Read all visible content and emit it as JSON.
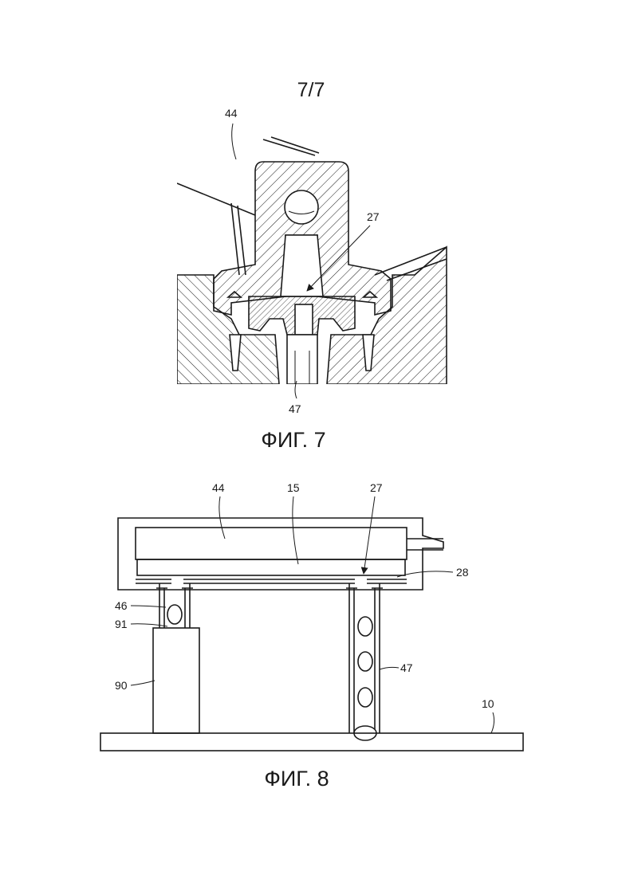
{
  "page_number": "7/7",
  "fig7": {
    "caption": "ФИГ. 7",
    "labels": {
      "l44": "44",
      "l27": "27",
      "l47": "47"
    }
  },
  "fig8": {
    "caption": "ФИГ. 8",
    "labels": {
      "l44": "44",
      "l15": "15",
      "l27": "27",
      "l28": "28",
      "l46": "46",
      "l91": "91",
      "l90": "90",
      "l47": "47",
      "l10": "10"
    }
  },
  "colors": {
    "ink": "#1a1a1a",
    "paper": "#ffffff"
  }
}
